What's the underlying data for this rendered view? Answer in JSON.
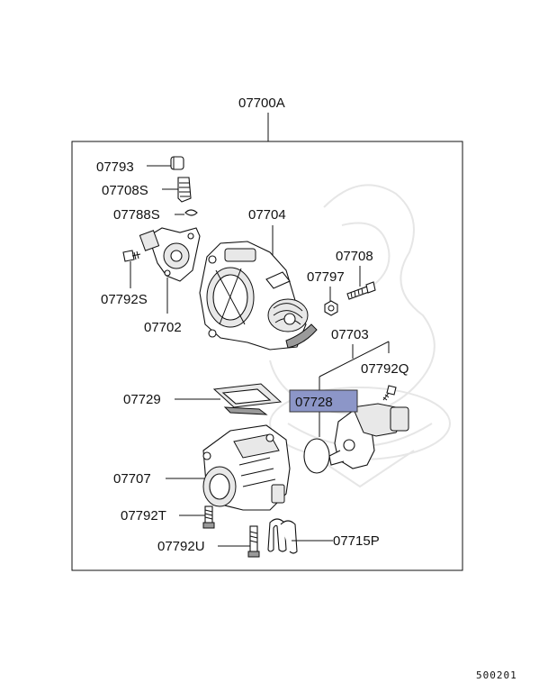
{
  "diagram": {
    "group_label": "07700A",
    "labels": {
      "p07793": "07793",
      "p07708S": "07708S",
      "p07788S": "07788S",
      "p07704": "07704",
      "p07708": "07708",
      "p07797": "07797",
      "p07792S": "07792S",
      "p07702": "07702",
      "p07703": "07703",
      "p07792Q": "07792Q",
      "p07729": "07729",
      "p07728": "07728",
      "p07707": "07707",
      "p07792T": "07792T",
      "p07792U": "07792U",
      "p07715P": "07715P"
    },
    "highlighted_part": "07728",
    "highlight_color": "#8c96c8",
    "figure_number": "500201"
  }
}
